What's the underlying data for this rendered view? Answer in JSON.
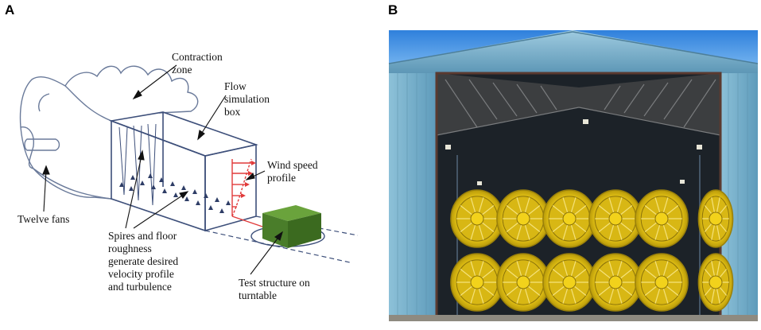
{
  "panels": {
    "a": {
      "letter": "A",
      "labels": {
        "contraction_zone": "Contraction\nzone",
        "flow_box": "Flow\nsimulation\nbox",
        "wind_profile": "Wind speed\nprofile",
        "fans": "Twelve fans",
        "spires": "Spires and floor\nroughness\ngenerate desired\nvelocity profile\nand turbulence",
        "test_structure": "Test structure on\nturntable"
      }
    },
    "b": {
      "letter": "B",
      "fan_rows": 2,
      "fan_cols": 6
    }
  },
  "colors": {
    "sketch_line": "#6a7a9a",
    "box_line": "#3d4f7a",
    "profile_red": "#e03a3a",
    "cube_green": "#4a7d2a",
    "fan_yellow": "#f2d21b",
    "sky": "#3f8fe0",
    "hangar_blue": "#7fb5cf"
  }
}
